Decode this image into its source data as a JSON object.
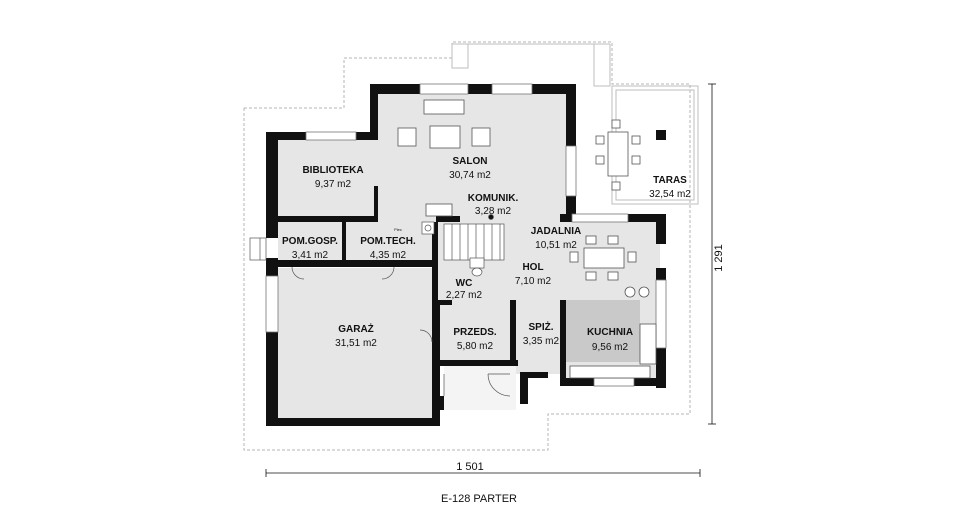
{
  "plan": {
    "caption": "E-128 PARTER",
    "width_dimension": "1 501",
    "height_dimension": "1 291",
    "rooms": [
      {
        "id": "biblioteka",
        "name": "BIBLIOTEKA",
        "area": "9,37 m2"
      },
      {
        "id": "salon",
        "name": "SALON",
        "area": "30,74 m2"
      },
      {
        "id": "komunik",
        "name": "KOMUNIK.",
        "area": "3,28 m2"
      },
      {
        "id": "taras",
        "name": "TARAS",
        "area": "32,54 m2"
      },
      {
        "id": "jadalnia",
        "name": "JADALNIA",
        "area": "10,51 m2"
      },
      {
        "id": "pom-gosp",
        "name": "POM.GOSP.",
        "area": "3,41 m2"
      },
      {
        "id": "pom-tech",
        "name": "POM.TECH.",
        "area": "4,35 m2"
      },
      {
        "id": "wc",
        "name": "WC",
        "area": "2,27 m2"
      },
      {
        "id": "hol",
        "name": "HOL",
        "area": "7,10 m2"
      },
      {
        "id": "garaz",
        "name": "GARAŻ",
        "area": "31,51 m2"
      },
      {
        "id": "przeds",
        "name": "PRZEDS.",
        "area": "5,80 m2"
      },
      {
        "id": "spiz",
        "name": "SPIŻ.",
        "area": "3,35 m2"
      },
      {
        "id": "kuchnia",
        "name": "KUCHNIA",
        "area": "9,56 m2"
      }
    ],
    "small_text": "Piec",
    "colors": {
      "wall": "#111111",
      "floor": "#e6e6e6",
      "kitchen": "#c9c9c9",
      "outline": "#b5b5b5",
      "text": "#111111"
    }
  }
}
